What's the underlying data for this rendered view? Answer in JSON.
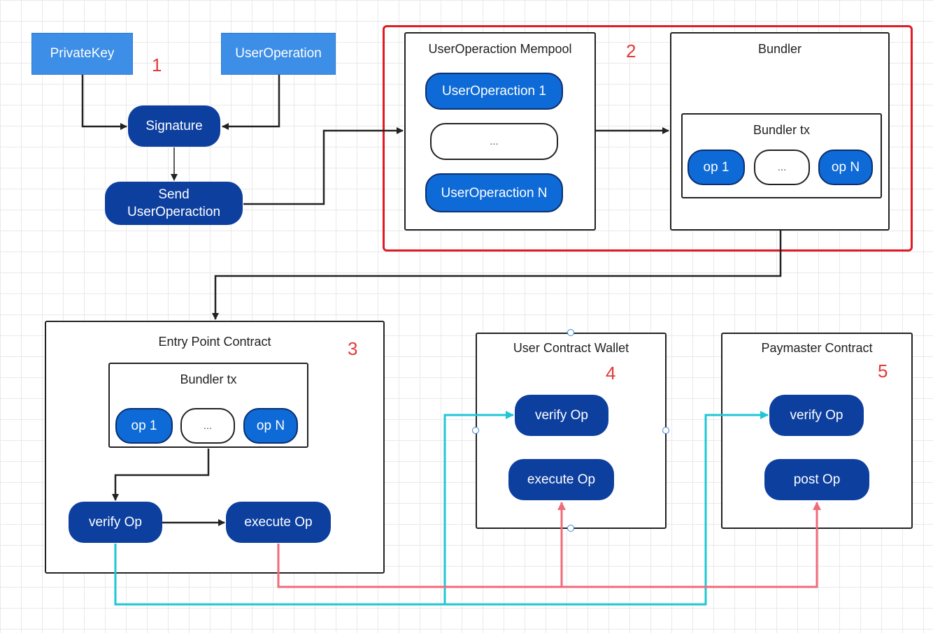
{
  "nodes": {
    "private_key": "PrivateKey",
    "user_operation": "UserOperation",
    "signature": "Signature",
    "send_user_op_line1": "Send",
    "send_user_op_line2": "UserOperaction"
  },
  "mempool": {
    "title": "UserOperaction Mempool",
    "item1": "UserOperaction 1",
    "ellipsis": "...",
    "itemN": "UserOperaction N"
  },
  "bundler": {
    "title": "Bundler",
    "tx_title": "Bundler tx",
    "op1": "op 1",
    "ellipsis": "...",
    "opN": "op N"
  },
  "entry_point": {
    "title": "Entry Point Contract",
    "tx_title": "Bundler tx",
    "op1": "op 1",
    "ellipsis": "...",
    "opN": "op N",
    "verify": "verify Op",
    "execute": "execute Op"
  },
  "user_wallet": {
    "title": "User Contract Wallet",
    "verify": "verify Op",
    "execute": "execute Op"
  },
  "paymaster": {
    "title": "Paymaster Contract",
    "verify": "verify Op",
    "post": "post Op"
  },
  "step_numbers": [
    "1",
    "2",
    "3",
    "4",
    "5"
  ],
  "colors": {
    "dark_pill": "#0d3f9f",
    "mid_pill": "#0d6ad6",
    "light_rect": "#3c8ee6",
    "red_frame": "#e01b24",
    "step_number": "#e23a3a",
    "verify_flow": "#1fc7d4",
    "execute_flow": "#ef6b78"
  }
}
